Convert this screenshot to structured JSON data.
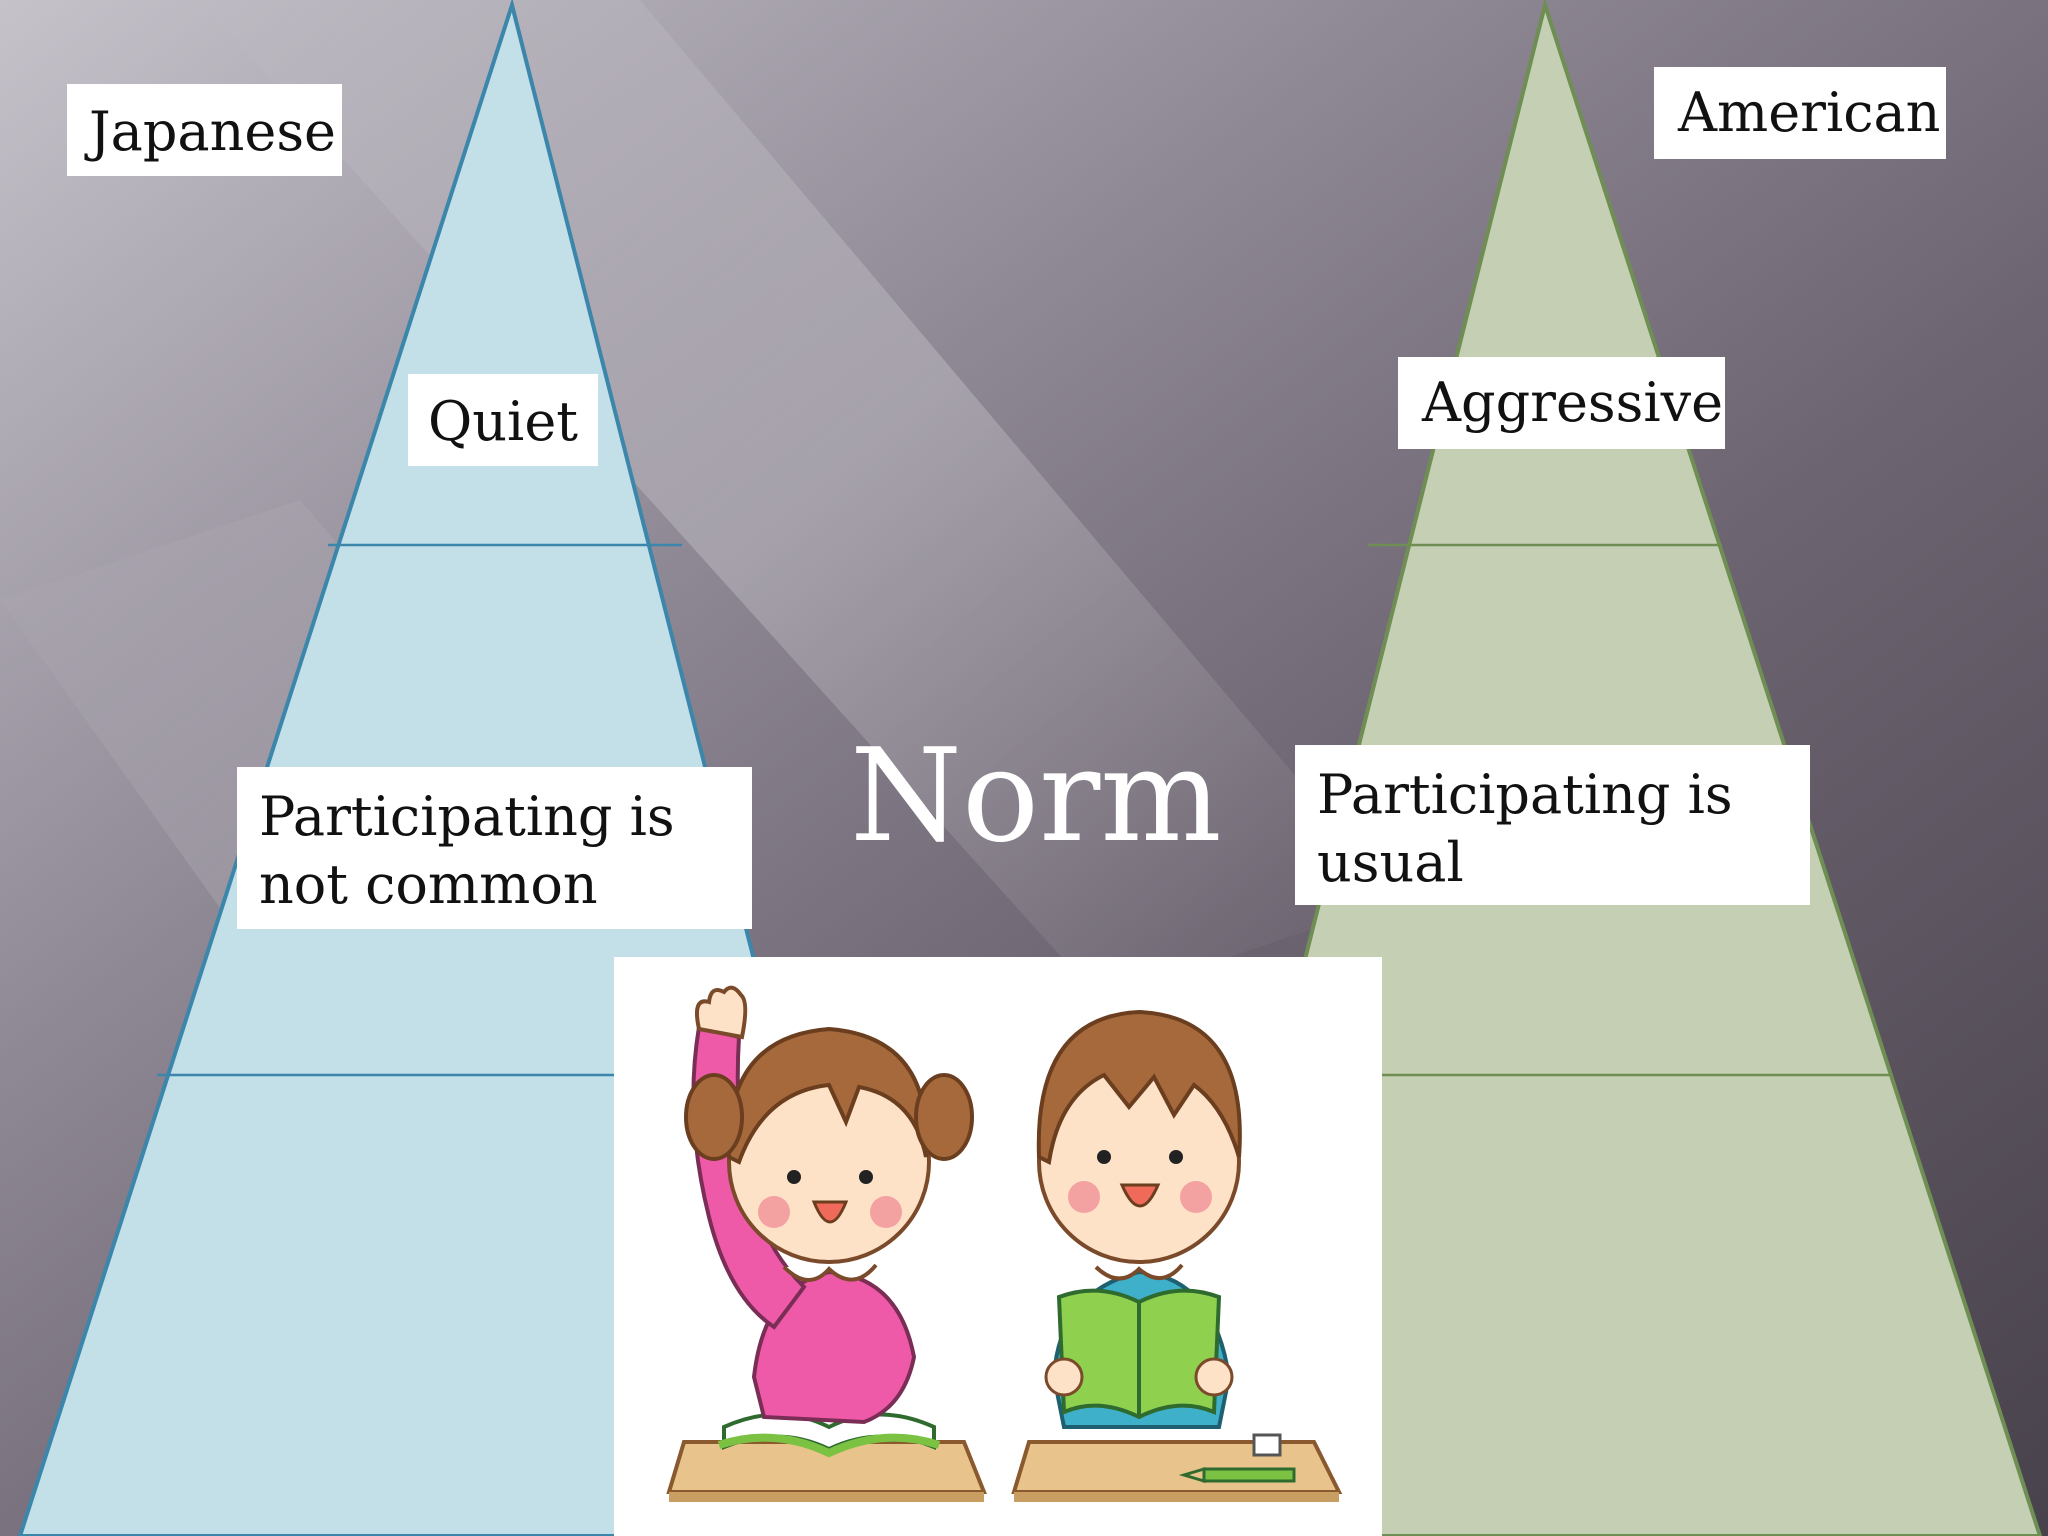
{
  "slide": {
    "title": "Norm",
    "colors": {
      "background_light": "#b9b5bf",
      "background_dark": "#514b55",
      "japanese_pyramid_fill": "#c3dfe8",
      "japanese_pyramid_stroke": "#3b86aa",
      "american_pyramid_fill": "#c5cfb4",
      "american_pyramid_stroke": "#6f8e53"
    }
  },
  "japanese": {
    "culture_label": "Japanese",
    "top_trait": "Quiet",
    "middle_trait_line1": "Participating is",
    "middle_trait_line2": "not common"
  },
  "american": {
    "culture_label": "American",
    "top_trait": "Aggressive",
    "middle_trait_line1": "Participating is",
    "middle_trait_line2": "usual"
  },
  "illustration": {
    "icon": "children-classroom-illustration"
  }
}
